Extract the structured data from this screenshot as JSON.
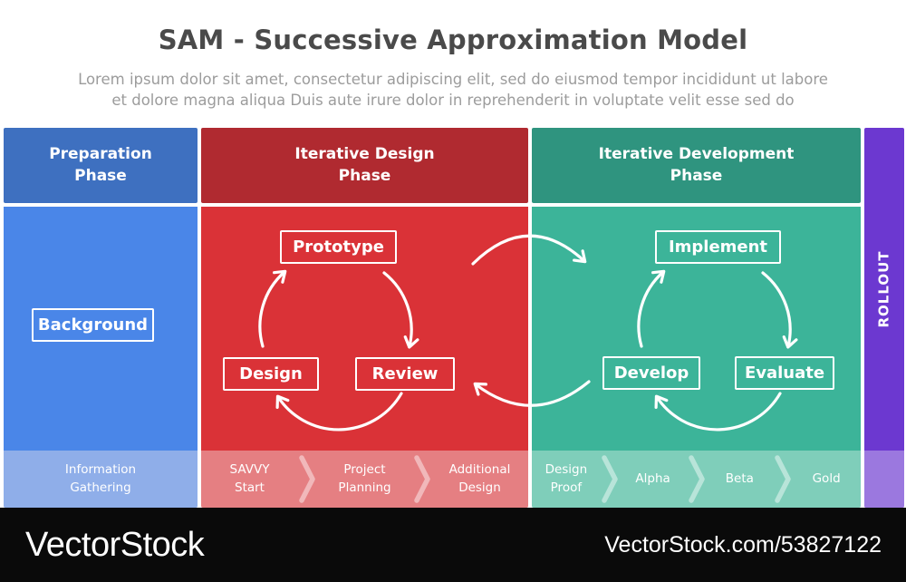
{
  "title": "SAM - Successive Approximation Model",
  "subtitle": "Lorem ipsum dolor sit amet, consectetur adipiscing elit, sed do eiusmod tempor incididunt ut labore\net dolore magna aliqua Duis aute irure dolor in reprehenderit in voluptate velit esse sed do",
  "phases": {
    "preparation": {
      "title": "Preparation\nPhase",
      "boxes": [
        "Background"
      ],
      "steps": [
        "Information\nGathering"
      ]
    },
    "iterative_design": {
      "title": "Iterative Design\nPhase",
      "boxes": [
        "Prototype",
        "Design",
        "Review"
      ],
      "steps": [
        "SAVVY\nStart",
        "Project\nPlanning",
        "Additional\nDesign"
      ]
    },
    "iterative_development": {
      "title": "Iterative Development\nPhase",
      "boxes": [
        "Implement",
        "Develop",
        "Evaluate"
      ],
      "steps": [
        "Design\nProof",
        "Alpha",
        "Beta",
        "Gold"
      ]
    },
    "rollout": {
      "title": "ROLLOUT"
    }
  },
  "colors": {
    "blue_header": "#3e70c0",
    "blue_body": "#4a86e8",
    "blue_light": "#8faee9",
    "red_header": "#b02a30",
    "red_body": "#da3237",
    "red_light": "#e57f82",
    "teal_header": "#2f947f",
    "teal_body": "#3cb499",
    "teal_light": "#7fceba",
    "purple": "#6c38d0",
    "purple_light": "#9778dc",
    "title_text": "#4a4a4a",
    "subtitle_text": "#9c9c9c",
    "watermark_bar": "#0a0a0a",
    "white": "#ffffff"
  },
  "watermark": {
    "logo": "VectorStock",
    "url": "VectorStock.com/53827122"
  }
}
